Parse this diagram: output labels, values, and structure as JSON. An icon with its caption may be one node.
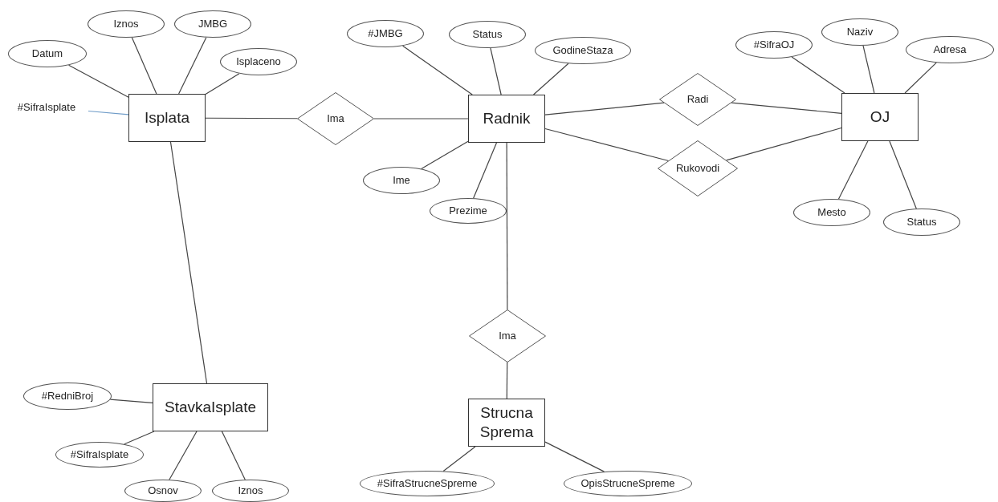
{
  "diagram": {
    "nodes": [
      {
        "text": [
          "Isplata"
        ]
      },
      {
        "text": [
          "Datum"
        ]
      },
      {
        "text": [
          "Iznos"
        ]
      },
      {
        "text": [
          "JMBG"
        ]
      },
      {
        "text": [
          "Isplaceno"
        ]
      },
      {
        "text": [
          "#SifraIsplate"
        ]
      },
      {
        "text": [
          "Ima"
        ]
      },
      {
        "text": [
          "Radnik"
        ]
      },
      {
        "text": [
          "#JMBG"
        ]
      },
      {
        "text": [
          "Status"
        ]
      },
      {
        "text": [
          "GodineStaza"
        ]
      },
      {
        "text": [
          "Ime"
        ]
      },
      {
        "text": [
          "Prezime"
        ]
      },
      {
        "text": [
          "Radi"
        ]
      },
      {
        "text": [
          "Rukovodi"
        ]
      },
      {
        "text": [
          "OJ"
        ]
      },
      {
        "text": [
          "#SifraOJ"
        ]
      },
      {
        "text": [
          "Naziv"
        ]
      },
      {
        "text": [
          "Adresa"
        ]
      },
      {
        "text": [
          "Mesto"
        ]
      },
      {
        "text": [
          "Status"
        ]
      },
      {
        "text": [
          "Ima"
        ]
      },
      {
        "text": [
          "Strucna Sprema"
        ]
      },
      {
        "text": [
          "#SifraStrucneSpreme"
        ]
      },
      {
        "text": [
          "OpisStrucneSpreme"
        ]
      },
      {
        "text": [
          "StavkaIsplate"
        ]
      },
      {
        "text": [
          "#RedniBroj"
        ]
      },
      {
        "text": [
          "#SifraIsplate"
        ]
      },
      {
        "text": [
          "Osnov"
        ]
      },
      {
        "text": [
          "Iznos"
        ]
      }
    ],
    "edges": [
      {
        "from": 1,
        "to": 0,
        "arrow": "none"
      },
      {
        "from": 2,
        "to": 0,
        "arrow": "none"
      },
      {
        "from": 3,
        "to": 0,
        "arrow": "none"
      },
      {
        "from": 4,
        "to": 0,
        "arrow": "none"
      },
      {
        "from": 5,
        "to": 0,
        "arrow": "none",
        "color": "#6f9cc8"
      },
      {
        "from": 0,
        "to": 6,
        "arrow": "none"
      },
      {
        "from": 6,
        "to": 7,
        "arrow": "none"
      },
      {
        "from": 8,
        "to": 7,
        "arrow": "none"
      },
      {
        "from": 9,
        "to": 7,
        "arrow": "none"
      },
      {
        "from": 10,
        "to": 7,
        "arrow": "none"
      },
      {
        "from": 11,
        "to": 7,
        "arrow": "none"
      },
      {
        "from": 12,
        "to": 7,
        "arrow": "none"
      },
      {
        "from": 7,
        "to": 13,
        "arrow": "none"
      },
      {
        "from": 13,
        "to": 15,
        "arrow": "none"
      },
      {
        "from": 7,
        "to": 14,
        "arrow": "none"
      },
      {
        "from": 14,
        "to": 15,
        "arrow": "none"
      },
      {
        "from": 16,
        "to": 15,
        "arrow": "none"
      },
      {
        "from": 17,
        "to": 15,
        "arrow": "none"
      },
      {
        "from": 18,
        "to": 15,
        "arrow": "none"
      },
      {
        "from": 19,
        "to": 15,
        "arrow": "none"
      },
      {
        "from": 20,
        "to": 15,
        "arrow": "none"
      },
      {
        "from": 7,
        "to": 21,
        "arrow": "none"
      },
      {
        "from": 21,
        "to": 22,
        "arrow": "none"
      },
      {
        "from": 23,
        "to": 22,
        "arrow": "none"
      },
      {
        "from": 24,
        "to": 22,
        "arrow": "none"
      },
      {
        "from": 0,
        "to": 25,
        "arrow": "none"
      },
      {
        "from": 26,
        "to": 25,
        "arrow": "none"
      },
      {
        "from": 27,
        "to": 25,
        "arrow": "none"
      },
      {
        "from": 28,
        "to": 25,
        "arrow": "none"
      },
      {
        "from": 29,
        "to": 25,
        "arrow": "none"
      }
    ]
  }
}
